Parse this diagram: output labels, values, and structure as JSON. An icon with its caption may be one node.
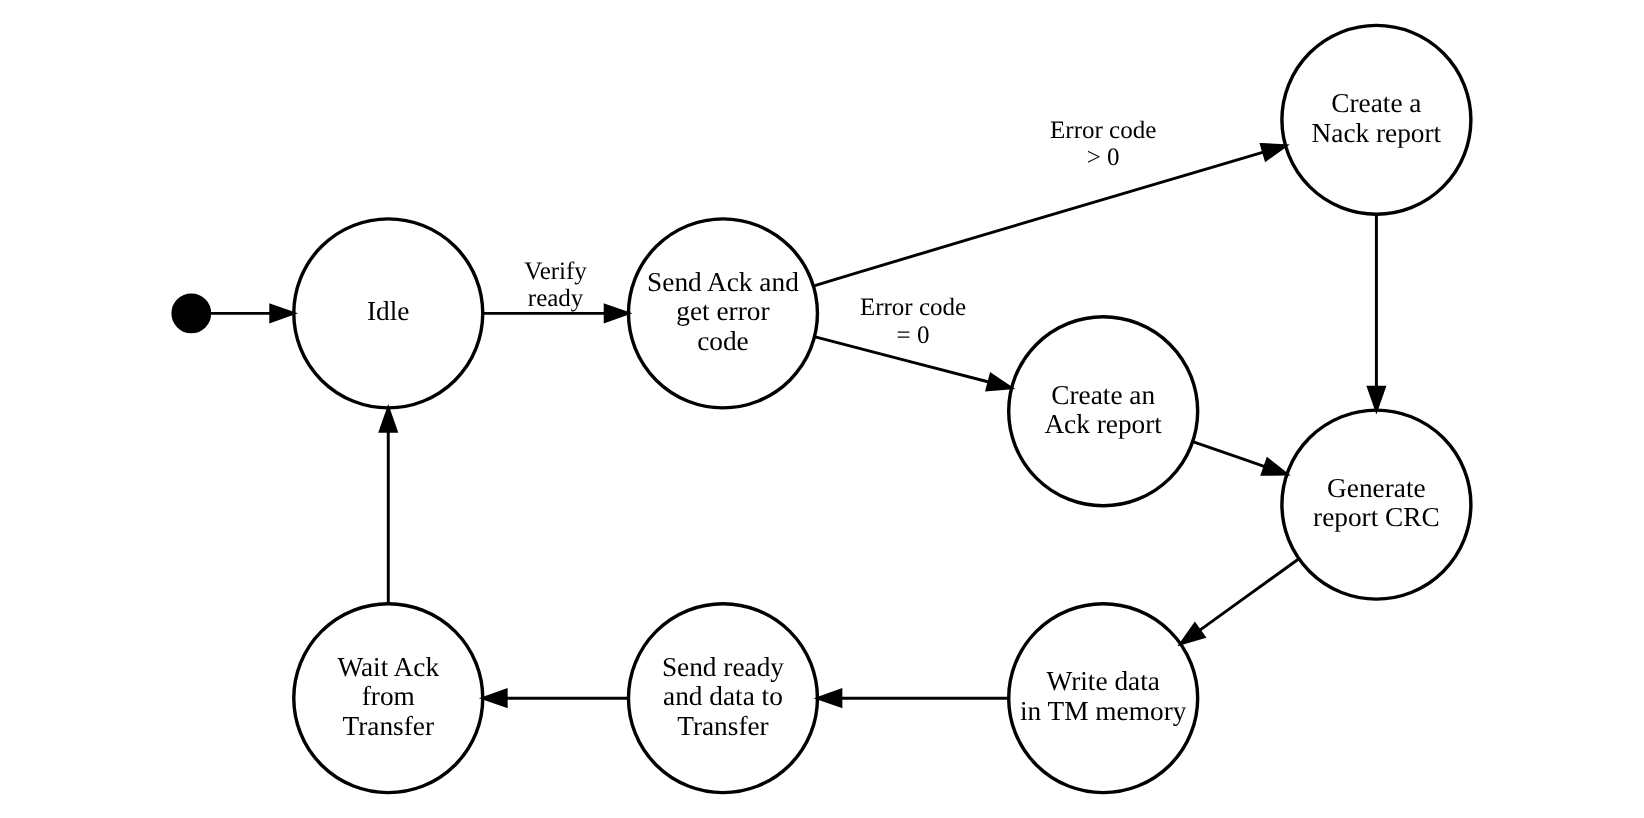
{
  "diagram": {
    "nodes": [
      {
        "text": [],
        "shape": "circle"
      },
      {
        "text": [
          "Idle"
        ]
      },
      {
        "text": [
          "Send Ack and get error code"
        ]
      },
      {
        "text": [
          "Create an Ack report"
        ]
      },
      {
        "text": [
          "Create a Nack report"
        ]
      },
      {
        "text": [
          "Generate report CRC"
        ]
      },
      {
        "text": [
          "Write data in TM memory"
        ]
      },
      {
        "text": [
          "Send ready and data to Transfer"
        ]
      },
      {
        "text": [
          "Wait Ack from Transfer"
        ]
      }
    ],
    "edges": [
      {
        "from": 0,
        "to": 1,
        "arrow": "to"
      },
      {
        "from": 1,
        "to": 2,
        "arrow": "to",
        "label": "Verify ready"
      },
      {
        "from": 2,
        "to": 3,
        "arrow": "to",
        "label": "Error code = 0"
      },
      {
        "from": 2,
        "to": 4,
        "arrow": "to",
        "label": "Error code > 0"
      },
      {
        "from": 4,
        "to": 5,
        "arrow": "to"
      },
      {
        "from": 3,
        "to": 5,
        "arrow": "to"
      },
      {
        "from": 5,
        "to": 6,
        "arrow": "to"
      },
      {
        "from": 6,
        "to": 7,
        "arrow": "to"
      },
      {
        "from": 7,
        "to": 8,
        "arrow": "to"
      },
      {
        "from": 8,
        "to": 1,
        "arrow": "to"
      }
    ]
  }
}
